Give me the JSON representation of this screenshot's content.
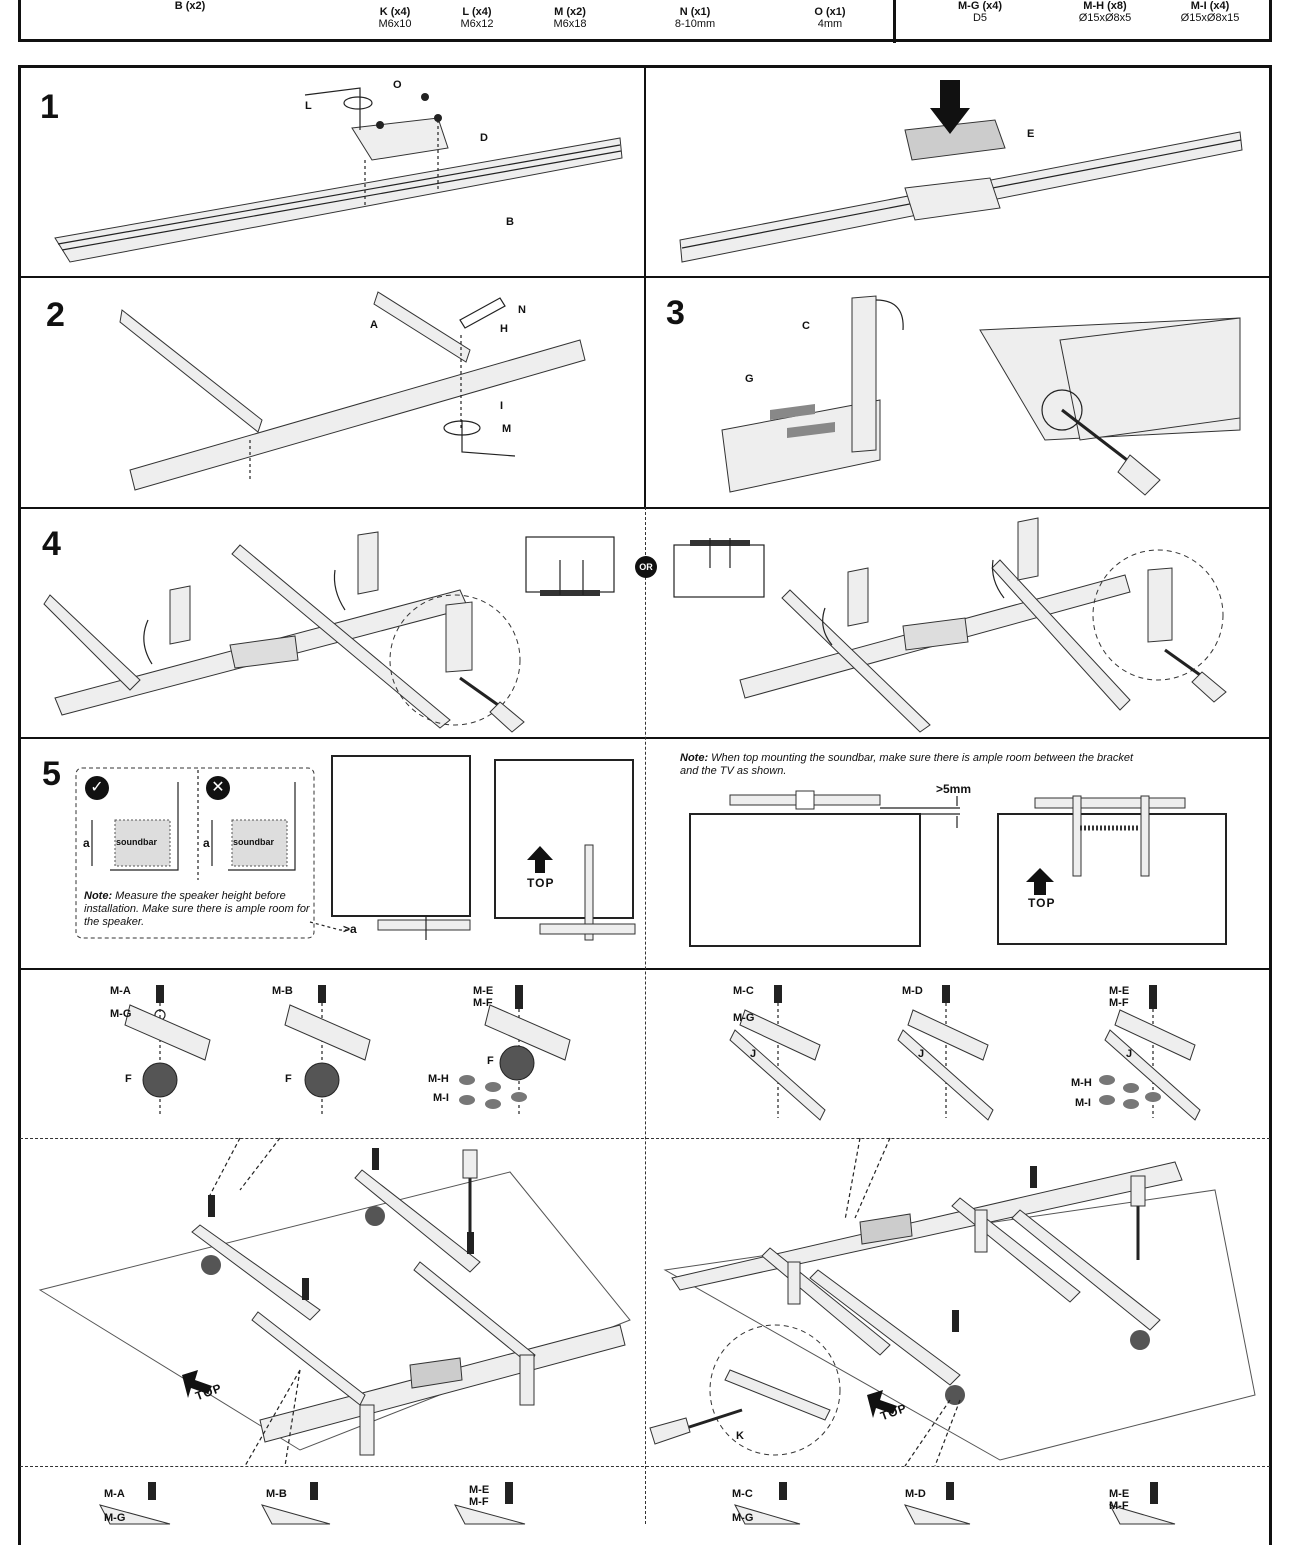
{
  "parts": [
    {
      "name": "B (x2)",
      "spec": ""
    },
    {
      "name": "K (x4)",
      "spec": "M6x10"
    },
    {
      "name": "L (x4)",
      "spec": "M6x12"
    },
    {
      "name": "M (x2)",
      "spec": "M6x18"
    },
    {
      "name": "N (x1)",
      "spec": "8-10mm"
    },
    {
      "name": "O (x1)",
      "spec": "4mm"
    },
    {
      "name": "M-G (x4)",
      "spec": "D5"
    },
    {
      "name": "M-H (x8)",
      "spec": "Ø15xØ8x5"
    },
    {
      "name": "M-I (x4)",
      "spec": "Ø15xØ8x15"
    }
  ],
  "steps": {
    "s1": "1",
    "s2": "2",
    "s3": "3",
    "s4": "4",
    "s5": "5"
  },
  "callouts": {
    "step1": [
      "O",
      "L",
      "D",
      "B"
    ],
    "step1b": [
      "E"
    ],
    "step2": [
      "N",
      "A",
      "H",
      "I",
      "M"
    ],
    "step3": [
      "C",
      "G"
    ]
  },
  "or_label": "OR",
  "step5": {
    "soundbar": "soundbar",
    "a": "a",
    "gt_a": ">a",
    "note_label": "Note:",
    "note_text": "Measure the speaker height before installation. Make sure there is ample room for the speaker.",
    "top": "TOP",
    "right_note_label": "Note:",
    "right_note_text": "When top mounting the soundbar, make sure there is ample room between the bracket and the TV as shown.",
    "gap": ">5mm"
  },
  "hardware_left": {
    "a": [
      "M-A",
      "M-G",
      "F"
    ],
    "b": [
      "M-B",
      "F"
    ],
    "c": [
      "M-E",
      "M-F",
      "F",
      "M-H",
      "M-I"
    ]
  },
  "hardware_right": {
    "a": [
      "M-C",
      "M-G",
      "J"
    ],
    "b": [
      "M-D",
      "J"
    ],
    "c": [
      "M-E",
      "M-F",
      "J",
      "M-H",
      "M-I"
    ]
  },
  "assembly": {
    "top_left": "TOP",
    "top_right": "TOP",
    "k": "K"
  },
  "bottom_strip_left": [
    "M-A",
    "M-G",
    "M-B",
    "M-E",
    "M-F"
  ],
  "bottom_strip_right": [
    "M-C",
    "M-G",
    "M-D",
    "M-E",
    "M-F"
  ]
}
